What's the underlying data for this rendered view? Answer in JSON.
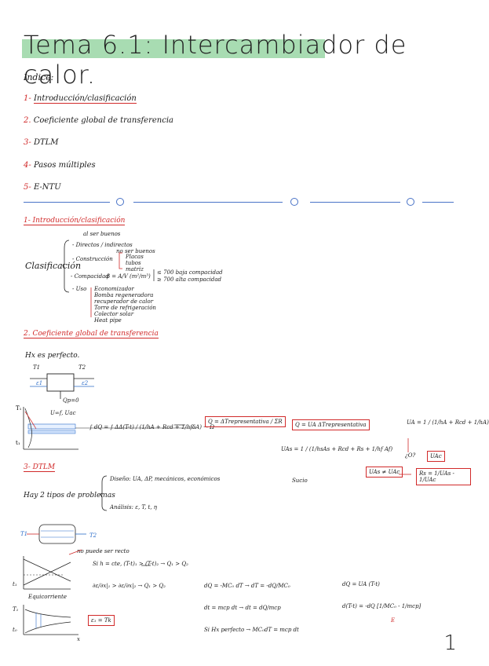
{
  "title": "Tema 6.1: Intercambiador de calor.",
  "index_heading": "Índice:",
  "index": [
    {
      "num": "1-",
      "text": "Introducción/clasificación"
    },
    {
      "num": "2.",
      "text": "Coeficiente global de transferencia"
    },
    {
      "num": "3-",
      "text": "DTLM"
    },
    {
      "num": "4-",
      "text": "Pasos múltiples"
    },
    {
      "num": "5-",
      "text": "E-NTU"
    }
  ],
  "section1": {
    "heading": "1- Introducción/clasificación",
    "label": "Clasificación",
    "items": [
      "- Directos / indirectos",
      "- Construcción",
      "- Compacidad",
      "- Uso"
    ],
    "notes_directos": [
      "al ser buenos",
      "no ser buenos"
    ],
    "construccion_sub": [
      "Placas",
      "tubos",
      "matriz"
    ],
    "compacidad_formula": "β = A/V (m²/m³)",
    "compacidad_notes": [
      "≤ 700 baja compacidad",
      "≥ 700 alta compacidad"
    ],
    "uso_sub": [
      "Economizador",
      "Bomba regeneradora",
      "recuperador de calor",
      "Torre de refrigeración",
      "Colector solar",
      "Heat pipe"
    ]
  },
  "section2": {
    "heading": "2. Coeficiente global de transferencia",
    "note": "Hx es perfecto.",
    "labels": [
      "T1",
      "T2",
      "ε1",
      "ε2",
      "Qp=0"
    ],
    "uinf": "U∞f, Uac",
    "integral": "∫ dQ = ∫ ΔΔ(T-t) / (1/hA + Rcd + 1/hfδA) → Ω",
    "box1": "Q = ΔTrepresentativa / ΣR",
    "box2": "Q = UA ΔTrepresentativa",
    "ua_formula": "UA = 1 / (1/hA + Rcd + 1/hA)",
    "uas": "UAs = 1 / (1/hsAs + Rcd + Rs + 1/hf Af)",
    "sucio": "Sucio",
    "io": "¿O?",
    "box_ua": "UAc",
    "box_uas": "UAs ≠ UAc",
    "box_rs": "Rs = 1/UAs - 1/UAc"
  },
  "section3": {
    "heading": "3- DTLM",
    "problems_label": "Hay 2 tipos de problemas",
    "problem1": "Diseño: UA, ΔP, mecánicos, económicos",
    "problem2": "Análisis: ε, T, t, η",
    "t1": "T1",
    "t2": "T2",
    "note_vertical": "no puede ser recto",
    "eq1": "Si h = cte, (T-t)₁ > (T-t)₂ → Q₁ > Q₂",
    "eq2": "∂ε/∂x|₁ > ∂ε/∂x|₂ → Q₁ > Q₂",
    "eq3": "dQ = -MC₀ dT → dT = -dQ/MC₀",
    "eq4": "dQ = UA (T-t)",
    "eq5": "dt = mcp dt → dt = dQ/mcp",
    "eq6": "d(T-t) = -dQ [1/MC₀ - 1/mcp]",
    "eq6_label": "E",
    "eq7": "Si Hx perfecto → MC₀dT = mcp dt",
    "equicorriente": "Equicorriente",
    "box_eq": "ε₁ = Tk",
    "axis": [
      "T₁",
      "t₁",
      "t₀",
      "x"
    ]
  },
  "page_number": "1",
  "colors": {
    "accent_green": "#a8dcb2",
    "red": "#d12a2a",
    "blue": "#2b6cc9"
  }
}
